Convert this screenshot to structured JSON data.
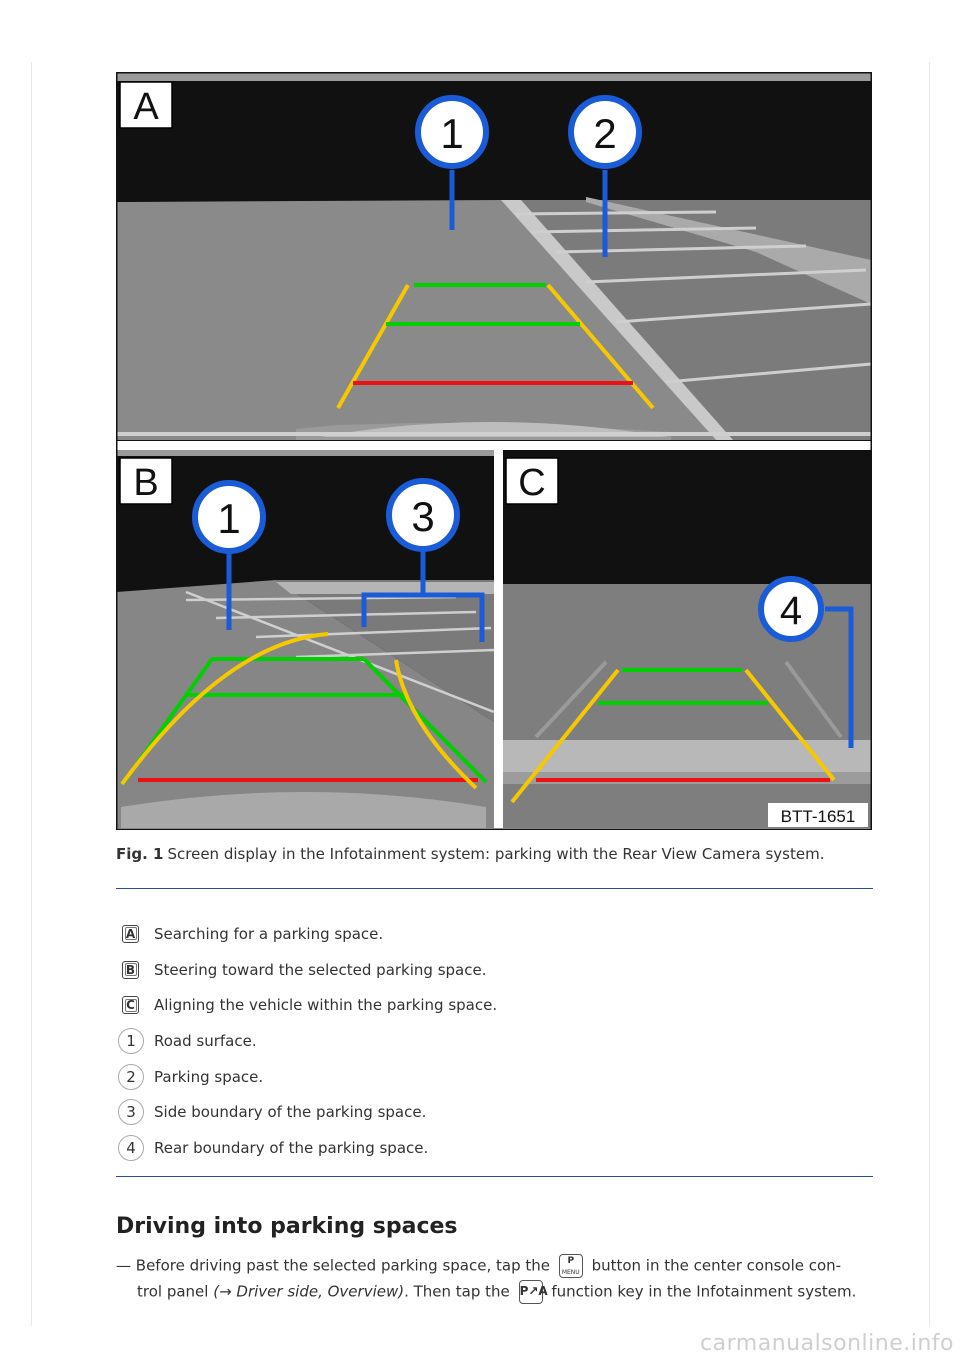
{
  "figure": {
    "panels": [
      "A",
      "B",
      "C"
    ],
    "callouts": [
      "1",
      "2",
      "1",
      "3",
      "4"
    ],
    "code": "BTT-1651"
  },
  "caption": {
    "label": "Fig. 1",
    "text": "Screen display in the Infotainment system: parking with the Rear View Camera system."
  },
  "legend": [
    {
      "key": "A",
      "text": "Searching for a parking space."
    },
    {
      "key": "B",
      "text": "Steering toward the selected parking space."
    },
    {
      "key": "C",
      "text": "Aligning the vehicle within the parking space."
    },
    {
      "key": "1",
      "text": "Road surface."
    },
    {
      "key": "2",
      "text": "Parking space."
    },
    {
      "key": "3",
      "text": "Side boundary of the parking space."
    },
    {
      "key": "4",
      "text": "Rear boundary of the parking space."
    }
  ],
  "section": {
    "title": "Driving into parking spaces",
    "dash": "—",
    "line1_a": "Before driving past the selected parking space, tap the",
    "key1_top": "P",
    "key1_bottom": "MENU",
    "line1_b": "button in the center console con-",
    "line2_a": "trol panel",
    "line2_ref": "(→ Driver side, Overview)",
    "line2_b": ". Then tap the",
    "key2_label": "P↗A",
    "line2_c": "function key in the Infotainment system."
  },
  "watermark": "carmanualsonline.info",
  "colors": {
    "rule": "#2a4e9e",
    "callout": "#1a5bd8",
    "guide_green": "#00d000",
    "guide_yellow": "#f5c800",
    "guide_red": "#ee1111"
  }
}
